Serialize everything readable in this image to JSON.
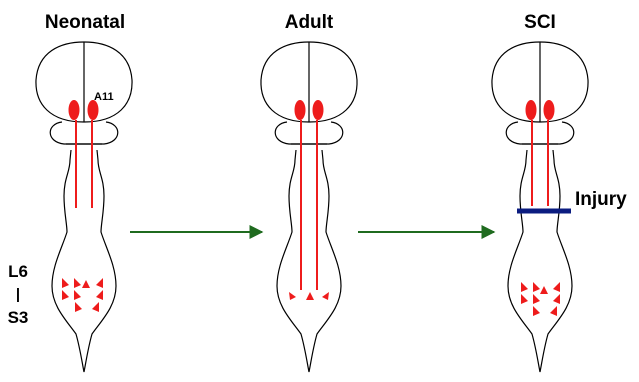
{
  "panels": [
    {
      "title": "Neonatal",
      "tracts_end": "short",
      "terminals": "dense"
    },
    {
      "title": "Adult",
      "tracts_end": "long",
      "terminals": "sparse"
    },
    {
      "title": "SCI",
      "tracts_end": "severed",
      "terminals": "dense"
    }
  ],
  "labels": {
    "nucleus": "A11",
    "injury": "Injury",
    "segment_top": "L6",
    "segment_sep": "|",
    "segment_bottom": "S3"
  },
  "colors": {
    "tract": "#ee1c1c",
    "arrow": "#1f6b1f",
    "injury_bar": "#0b1c80",
    "outline": "#000000"
  },
  "icons": {
    "progression": "arrow-right-icon",
    "terminal": "arrowhead-icon"
  }
}
